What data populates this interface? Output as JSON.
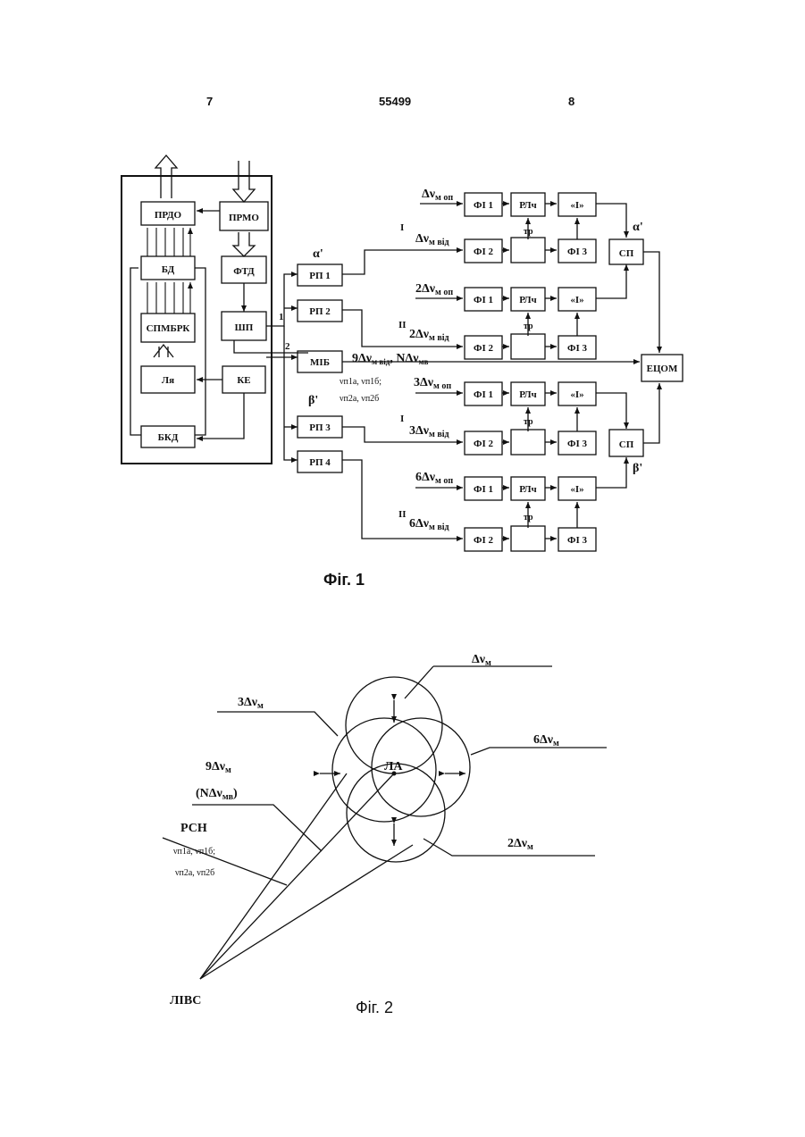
{
  "header": {
    "left": "7",
    "center": "55499",
    "right": "8"
  },
  "fig1": {
    "caption": "Фіг. 1",
    "blocks": {
      "prdo": "ПРДО",
      "prmo": "ПРМО",
      "bd": "БД",
      "ftd": "ФТД",
      "spmbrk": "СПМБРК",
      "shp": "ШП",
      "lya": "Ля",
      "ke": "КЕ",
      "bkd": "БКД",
      "rp1": "РП 1",
      "rp2": "РП 2",
      "mib": "МІБ",
      "rp3": "РП 3",
      "rp4": "РП 4",
      "fi1": "ФІ 1",
      "fi2": "ФІ 2",
      "fi3": "ФІ 3",
      "rlch": "РЛч",
      "int": "«І»",
      "sp": "СП",
      "ecom": "ЕЦОМ"
    },
    "labels": {
      "alpha": "α'",
      "alpha2": "α'",
      "beta": "β'",
      "beta2": "β'",
      "roman1": "I",
      "roman2": "II",
      "roman3": "I",
      "roman4": "II",
      "num1": "1",
      "num2": "2",
      "tr": "тр",
      "d1_op": "Δν",
      "d1_op_sub": "м оп",
      "d1_vid": "Δν",
      "d1_vid_sub": "м від",
      "d2_op": "2Δν",
      "d2_op_sub": "м оп",
      "d2_vid": "2Δν",
      "d2_vid_sub": "м від",
      "d3_op": "3Δν",
      "d3_op_sub": "м оп",
      "d3_vid": "3Δν",
      "d3_vid_sub": "м від",
      "d6_op": "6Δν",
      "d6_op_sub": "м оп",
      "d6_vid": "6Δν",
      "d6_vid_sub": "м від",
      "mib_label": "9Δν",
      "mib_label_sub": "м від",
      "mib_label2": ", NΔν",
      "mib_label2_sub": "мв",
      "nu_line1": "νп1а, νп1б;",
      "nu_line2": "νп2а, νп2б"
    }
  },
  "fig2": {
    "caption": "Фіг. 2",
    "labels": {
      "dv": "Δν",
      "dv_sub": "м",
      "three": "3Δν",
      "three_sub": "м",
      "six": "6Δν",
      "six_sub": "м",
      "nine": "9Δν",
      "nine_sub": "м",
      "ndv": "(NΔν",
      "ndv_sub": "мв",
      "ndv_close": ")",
      "rsn": "РСН",
      "nu1": "νп1а, νп1б;",
      "nu2": "νп2а, νп2б",
      "two": "2Δν",
      "two_sub": "м",
      "la": "ЛА",
      "livs": "ЛІВС"
    }
  }
}
